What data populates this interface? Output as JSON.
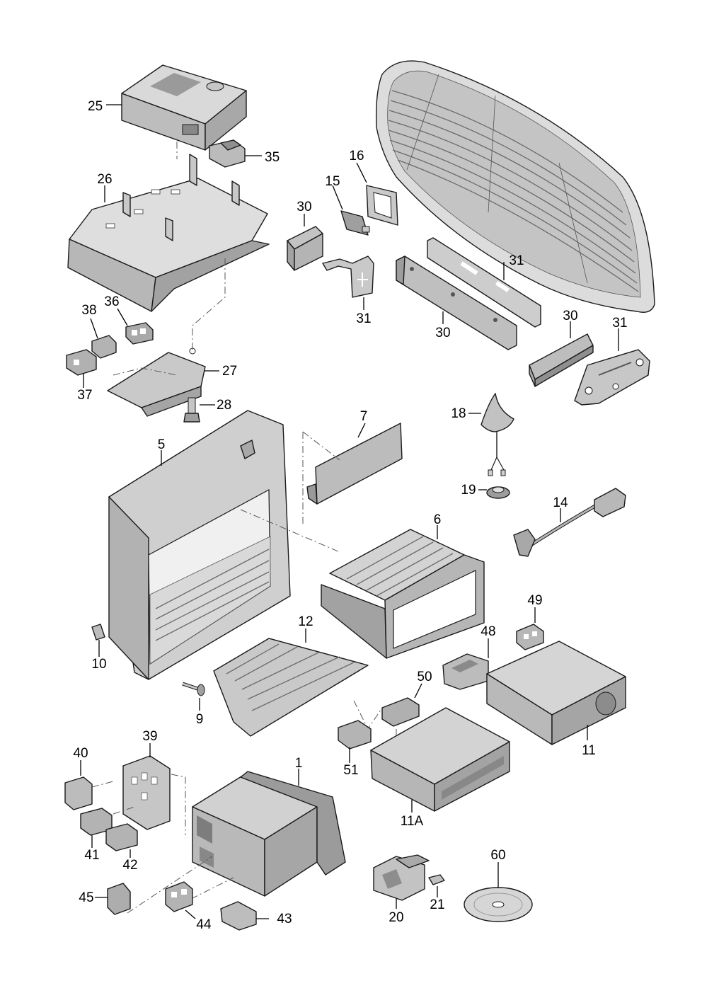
{
  "parts": [
    {
      "id": "p25",
      "label": "25"
    },
    {
      "id": "p35",
      "label": "35"
    },
    {
      "id": "p26",
      "label": "26"
    },
    {
      "id": "p16",
      "label": "16"
    },
    {
      "id": "p15",
      "label": "15"
    },
    {
      "id": "p30a",
      "label": "30"
    },
    {
      "id": "p31a",
      "label": "31"
    },
    {
      "id": "p31b",
      "label": "31"
    },
    {
      "id": "p30b",
      "label": "30"
    },
    {
      "id": "p30c",
      "label": "30"
    },
    {
      "id": "p31c",
      "label": "31"
    },
    {
      "id": "p38",
      "label": "38"
    },
    {
      "id": "p36",
      "label": "36"
    },
    {
      "id": "p27",
      "label": "27"
    },
    {
      "id": "p37",
      "label": "37"
    },
    {
      "id": "p28",
      "label": "28"
    },
    {
      "id": "p7",
      "label": "7"
    },
    {
      "id": "p18",
      "label": "18"
    },
    {
      "id": "p5",
      "label": "5"
    },
    {
      "id": "p19",
      "label": "19"
    },
    {
      "id": "p14",
      "label": "14"
    },
    {
      "id": "p6",
      "label": "6"
    },
    {
      "id": "p49",
      "label": "49"
    },
    {
      "id": "p12",
      "label": "12"
    },
    {
      "id": "p48",
      "label": "48"
    },
    {
      "id": "p10",
      "label": "10"
    },
    {
      "id": "p50",
      "label": "50"
    },
    {
      "id": "p9",
      "label": "9"
    },
    {
      "id": "p11",
      "label": "11"
    },
    {
      "id": "p39",
      "label": "39"
    },
    {
      "id": "p40",
      "label": "40"
    },
    {
      "id": "p1",
      "label": "1"
    },
    {
      "id": "p51",
      "label": "51"
    },
    {
      "id": "p11A",
      "label": "11A"
    },
    {
      "id": "p41",
      "label": "41"
    },
    {
      "id": "p42",
      "label": "42"
    },
    {
      "id": "p60",
      "label": "60"
    },
    {
      "id": "p45",
      "label": "45"
    },
    {
      "id": "p21",
      "label": "21"
    },
    {
      "id": "p44",
      "label": "44"
    },
    {
      "id": "p43",
      "label": "43"
    },
    {
      "id": "p20",
      "label": "20"
    }
  ]
}
